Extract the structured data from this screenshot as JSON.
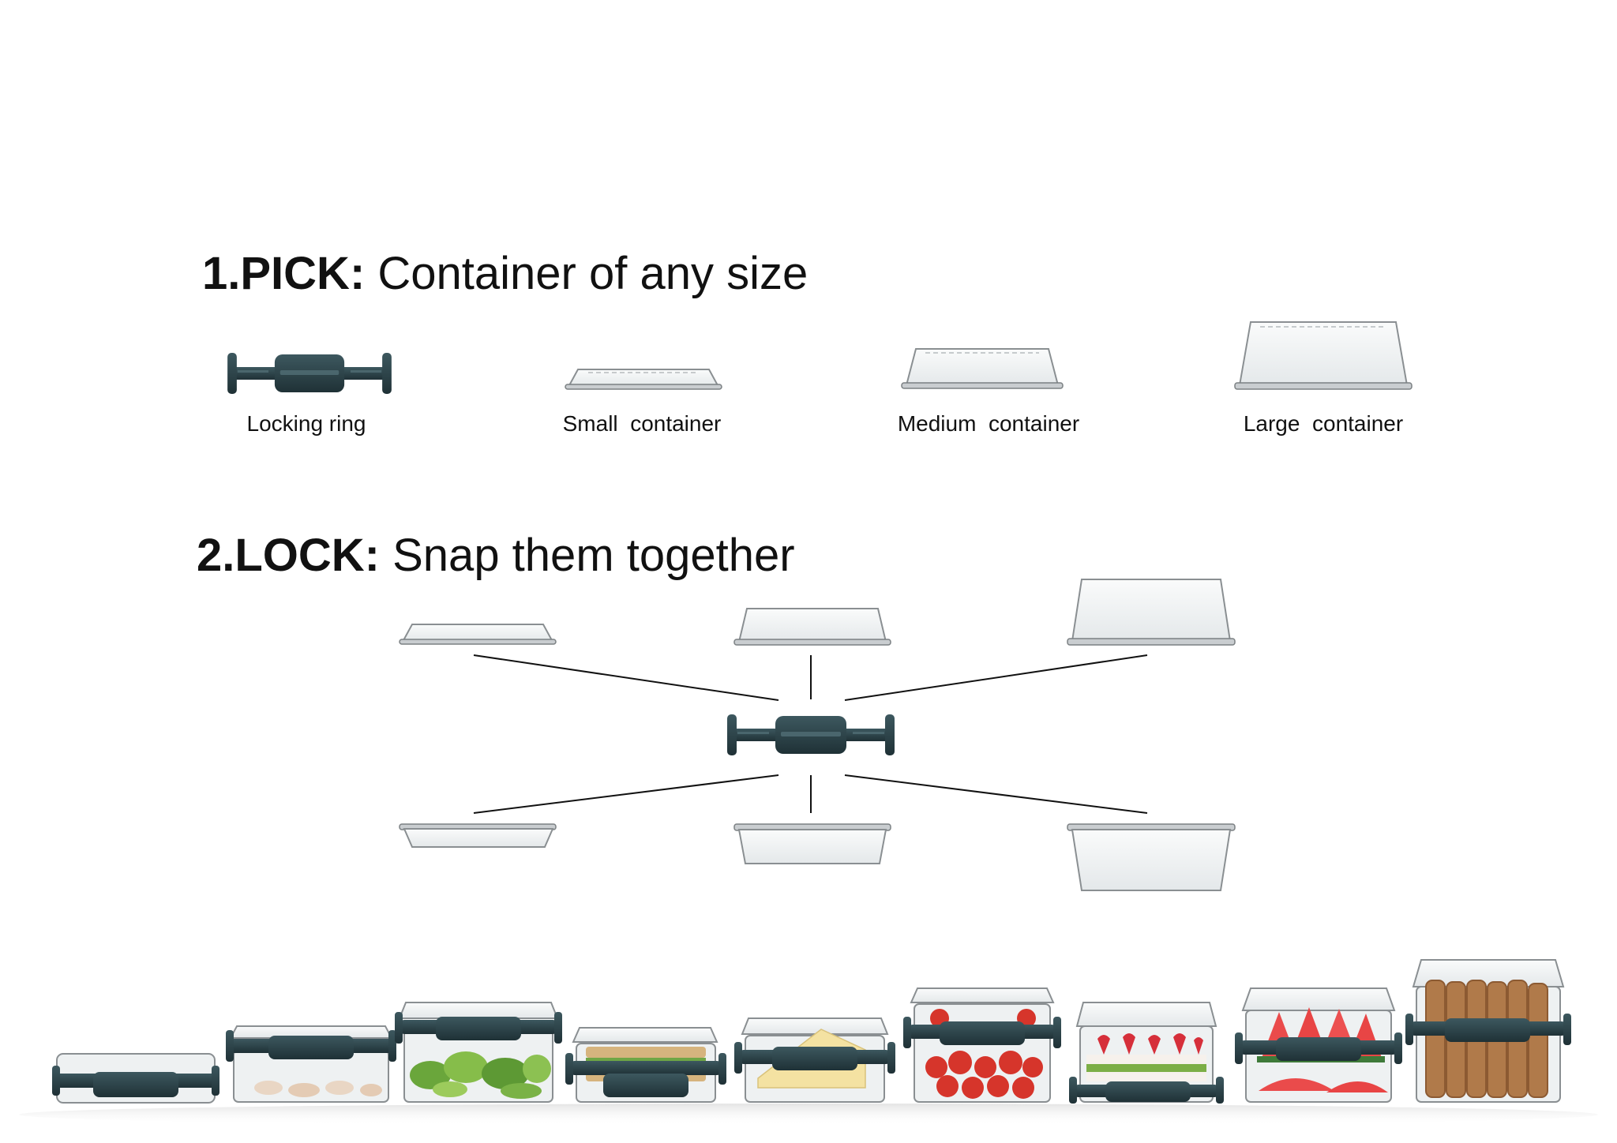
{
  "steps": [
    {
      "label": "1.PICK:",
      "text": " Container of any size"
    },
    {
      "label": "2.LOCK:",
      "text": " Snap them together"
    }
  ],
  "components": [
    {
      "name": "Locking ring"
    },
    {
      "name": "Small  container"
    },
    {
      "name": "Medium  container"
    },
    {
      "name": "Large  container"
    }
  ],
  "colors": {
    "ring": "#2c4349",
    "ring_highlight": "#3d585f",
    "plastic_edge": "#8a8f92",
    "plastic_fill": "#f3f5f6",
    "connector_line": "#111111"
  },
  "product_lineup": [
    {
      "contents": "empty"
    },
    {
      "contents": "shrimp"
    },
    {
      "contents": "salad"
    },
    {
      "contents": "sandwich"
    },
    {
      "contents": "cheese"
    },
    {
      "contents": "tomatoes"
    },
    {
      "contents": "cake"
    },
    {
      "contents": "watermelon"
    },
    {
      "contents": "bread"
    }
  ]
}
